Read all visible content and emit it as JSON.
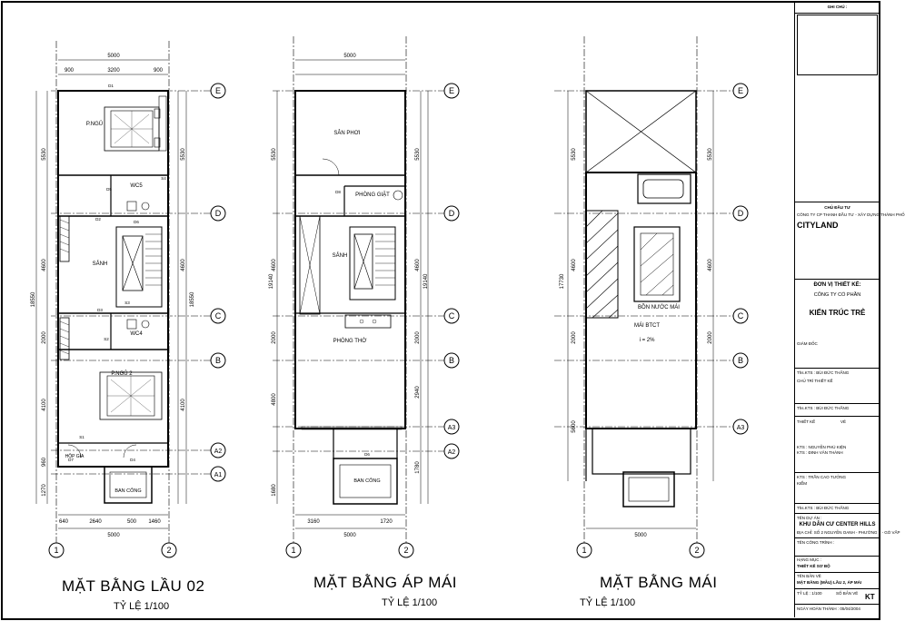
{
  "grid_lines": {
    "rows": [
      "E",
      "D",
      "C",
      "B",
      "A2",
      "A1",
      "A3"
    ],
    "cols": [
      "1",
      "2"
    ]
  },
  "plans": [
    {
      "title": "MẶT BẰNG LẦU 02",
      "scale": "TỶ LỆ 1/100",
      "dims_top": [
        "5000",
        "900",
        "3200",
        "900"
      ],
      "dims_side": [
        "5530",
        "4600",
        "2000",
        "4100",
        "960",
        "1270",
        "18550"
      ],
      "dims_bottom": [
        "640",
        "2640",
        "500",
        "1460",
        "5000"
      ],
      "rooms": [
        "P.NGỦ",
        "WC5",
        "SẢNH",
        "WC4",
        "P.NGỦ 2",
        "BAN CÔNG",
        "HỘP GÍA"
      ],
      "tags": [
        "D1",
        "D2",
        "D3",
        "D4",
        "D5",
        "S1",
        "S2",
        "S3",
        "S4",
        "D6",
        "D7"
      ]
    },
    {
      "title": "MẶT BẰNG ÁP MÁI",
      "scale": "TỶ LỆ 1/100",
      "dims_top": [
        "5000"
      ],
      "dims_side": [
        "5530",
        "4600",
        "2000",
        "2940",
        "4800",
        "1780",
        "1680",
        "19140"
      ],
      "dims_bottom": [
        "3160",
        "1720",
        "5000"
      ],
      "rooms": [
        "SÂN PHƠI",
        "PHÒNG GIẶT",
        "SẢNH",
        "PHÒNG THỜ",
        "BAN CÔNG"
      ],
      "tags": [
        "D6",
        "D8"
      ]
    },
    {
      "title": "MẶT BẰNG MÁI",
      "scale": "TỶ LỆ 1/100",
      "dims_side": [
        "5530",
        "4600",
        "2000",
        "5600",
        "17730"
      ],
      "dims_bottom": [
        "5000"
      ],
      "rooms": [
        "BỒN NƯỚC MÁI",
        "MÁI BTCT",
        "i = 2%"
      ]
    }
  ],
  "titleblock": {
    "notes_header": "GHI CHÚ :",
    "owner_label": "CHỦ ĐẦU TƯ",
    "owner_company": "CÔNG TY CP THANH ĐẦU TƯ - XÂY DỰNG THÀNH PHỐ",
    "owner_brand": "CITYLAND",
    "designer_label": "ĐƠN VỊ THIẾT KẾ:",
    "designer_company": "CÔNG TY CỔ PHẦN",
    "designer_brand": "KIẾN TRÚC TRẺ",
    "director_label": "GIÁM ĐỐC",
    "person_1": "Ths.KTS : BÙI ĐỨC THẮNG",
    "role_1": "CHỦ TRÌ THIẾT KẾ",
    "person_2": "Ths.KTS : BÙI ĐỨC THẮNG",
    "role_design": "THIẾT KẾ",
    "role_draw": "VẼ",
    "person_3": "KTS : NGUYỄN PHÚ KIỆN",
    "person_3b": "KTS : ĐINH VĂN THÀNH",
    "person_4": "KTS : TRẦN CAO TƯỞNG",
    "role_check": "KIỂM",
    "person_5": "Ths.KTS : BÙI ĐỨC THẮNG",
    "project_label": "TÊN DỰ ÁN :",
    "project_name": "KHU DÂN CƯ CENTER HILLS",
    "project_address": "ĐỊA CHỈ: SỐ 2 NGUYỄN OANH - PHƯỜNG 7 - GÒ VẤP",
    "work_label": "TÊN CÔNG TRÌNH :",
    "item_label": "HẠNG MỤC :",
    "item_name": "THIẾT KẾ SƠ BỘ",
    "drawing_label": "TÊN BẢN VẼ",
    "drawing_name": "MẶT BẰNG (MẪU) LẦU 2, ÁP MÁI",
    "scale_label": "TỶ LỆ : 1/100",
    "sheet_label": "SỐ BẢN VẼ",
    "sheet_code": "KT",
    "date_label": "NGÀY HOÀN THÀNH : 05/04/2004"
  }
}
